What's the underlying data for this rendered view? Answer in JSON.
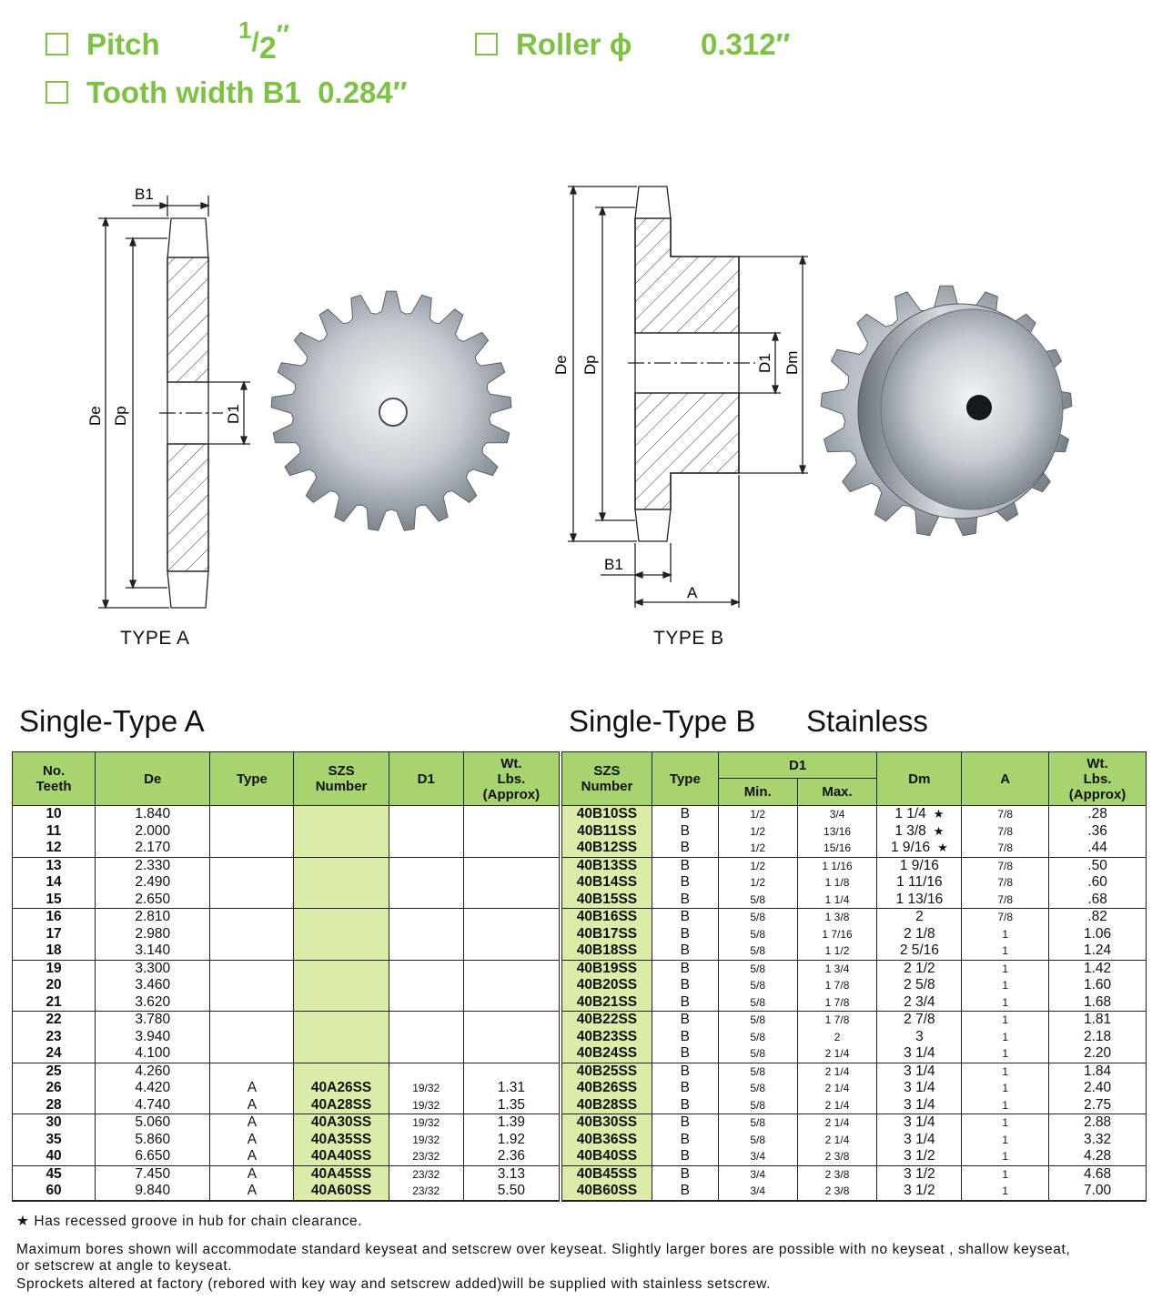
{
  "specs": {
    "pitch_label": "Pitch",
    "pitch_num": "1",
    "pitch_den": "2",
    "pitch_unit": "″",
    "roller_label": "Roller ϕ",
    "roller_value": "0.312″",
    "tooth_label": "Tooth width B1",
    "tooth_value": "0.284″"
  },
  "diagram_labels": {
    "b1": "B1",
    "de": "De",
    "dp": "Dp",
    "d1": "D1",
    "dm": "Dm",
    "a": "A",
    "type_a": "TYPE A",
    "type_b": "TYPE B"
  },
  "titles": {
    "type_a": "Single-Type A",
    "type_b": "Single-Type B",
    "stainless": "Stainless"
  },
  "table_a": {
    "headers": {
      "teeth_1": "No.",
      "teeth_2": "Teeth",
      "de": "De",
      "type": "Type",
      "szs_1": "SZS",
      "szs_2": "Number",
      "d1": "D1",
      "wt_1": "Wt.",
      "wt_2": "Lbs.",
      "wt_3": "(Approx)"
    },
    "rows": [
      {
        "teeth": "10",
        "de": "1.840",
        "type": "",
        "szs": "",
        "d1": "",
        "wt": ""
      },
      {
        "teeth": "11",
        "de": "2.000",
        "type": "",
        "szs": "",
        "d1": "",
        "wt": ""
      },
      {
        "teeth": "12",
        "de": "2.170",
        "type": "",
        "szs": "",
        "d1": "",
        "wt": ""
      },
      {
        "teeth": "13",
        "de": "2.330",
        "type": "",
        "szs": "",
        "d1": "",
        "wt": ""
      },
      {
        "teeth": "14",
        "de": "2.490",
        "type": "",
        "szs": "",
        "d1": "",
        "wt": ""
      },
      {
        "teeth": "15",
        "de": "2.650",
        "type": "",
        "szs": "",
        "d1": "",
        "wt": ""
      },
      {
        "teeth": "16",
        "de": "2.810",
        "type": "",
        "szs": "",
        "d1": "",
        "wt": ""
      },
      {
        "teeth": "17",
        "de": "2.980",
        "type": "",
        "szs": "",
        "d1": "",
        "wt": ""
      },
      {
        "teeth": "18",
        "de": "3.140",
        "type": "",
        "szs": "",
        "d1": "",
        "wt": ""
      },
      {
        "teeth": "19",
        "de": "3.300",
        "type": "",
        "szs": "",
        "d1": "",
        "wt": ""
      },
      {
        "teeth": "20",
        "de": "3.460",
        "type": "",
        "szs": "",
        "d1": "",
        "wt": ""
      },
      {
        "teeth": "21",
        "de": "3.620",
        "type": "",
        "szs": "",
        "d1": "",
        "wt": ""
      },
      {
        "teeth": "22",
        "de": "3.780",
        "type": "",
        "szs": "",
        "d1": "",
        "wt": ""
      },
      {
        "teeth": "23",
        "de": "3.940",
        "type": "",
        "szs": "",
        "d1": "",
        "wt": ""
      },
      {
        "teeth": "24",
        "de": "4.100",
        "type": "",
        "szs": "",
        "d1": "",
        "wt": ""
      },
      {
        "teeth": "25",
        "de": "4.260",
        "type": "",
        "szs": "",
        "d1": "",
        "wt": ""
      },
      {
        "teeth": "26",
        "de": "4.420",
        "type": "A",
        "szs": "40A26SS",
        "d1": "19/32",
        "wt": "1.31"
      },
      {
        "teeth": "28",
        "de": "4.740",
        "type": "A",
        "szs": "40A28SS",
        "d1": "19/32",
        "wt": "1.35"
      },
      {
        "teeth": "30",
        "de": "5.060",
        "type": "A",
        "szs": "40A30SS",
        "d1": "19/32",
        "wt": "1.39"
      },
      {
        "teeth": "35",
        "de": "5.860",
        "type": "A",
        "szs": "40A35SS",
        "d1": "19/32",
        "wt": "1.92"
      },
      {
        "teeth": "40",
        "de": "6.650",
        "type": "A",
        "szs": "40A40SS",
        "d1": "23/32",
        "wt": "2.36"
      },
      {
        "teeth": "45",
        "de": "7.450",
        "type": "A",
        "szs": "40A45SS",
        "d1": "23/32",
        "wt": "3.13"
      },
      {
        "teeth": "60",
        "de": "9.840",
        "type": "A",
        "szs": "40A60SS",
        "d1": "23/32",
        "wt": "5.50"
      }
    ]
  },
  "table_b": {
    "headers": {
      "szs_1": "SZS",
      "szs_2": "Number",
      "type": "Type",
      "d1": "D1",
      "min": "Min.",
      "max": "Max.",
      "dm": "Dm",
      "a": "A",
      "wt_1": "Wt.",
      "wt_2": "Lbs.",
      "wt_3": "(Approx)"
    },
    "rows": [
      {
        "szs": "40B10SS",
        "type": "B",
        "min": "1/2",
        "max": "3/4",
        "dm": "1 1/4",
        "star": "★",
        "a": "7/8",
        "wt": ".28"
      },
      {
        "szs": "40B11SS",
        "type": "B",
        "min": "1/2",
        "max": "13/16",
        "dm": "1 3/8",
        "star": "★",
        "a": "7/8",
        "wt": ".36"
      },
      {
        "szs": "40B12SS",
        "type": "B",
        "min": "1/2",
        "max": "15/16",
        "dm": "1 9/16",
        "star": "★",
        "a": "7/8",
        "wt": ".44"
      },
      {
        "szs": "40B13SS",
        "type": "B",
        "min": "1/2",
        "max": "1 1/16",
        "dm": "1 9/16",
        "star": "",
        "a": "7/8",
        "wt": ".50"
      },
      {
        "szs": "40B14SS",
        "type": "B",
        "min": "1/2",
        "max": "1 1/8",
        "dm": "1 11/16",
        "star": "",
        "a": "7/8",
        "wt": ".60"
      },
      {
        "szs": "40B15SS",
        "type": "B",
        "min": "5/8",
        "max": "1 1/4",
        "dm": "1 13/16",
        "star": "",
        "a": "7/8",
        "wt": ".68"
      },
      {
        "szs": "40B16SS",
        "type": "B",
        "min": "5/8",
        "max": "1 3/8",
        "dm": "2",
        "star": "",
        "a": "7/8",
        "wt": ".82"
      },
      {
        "szs": "40B17SS",
        "type": "B",
        "min": "5/8",
        "max": "1 7/16",
        "dm": "2 1/8",
        "star": "",
        "a": "1",
        "wt": "1.06"
      },
      {
        "szs": "40B18SS",
        "type": "B",
        "min": "5/8",
        "max": "1 1/2",
        "dm": "2 5/16",
        "star": "",
        "a": "1",
        "wt": "1.24"
      },
      {
        "szs": "40B19SS",
        "type": "B",
        "min": "5/8",
        "max": "1 3/4",
        "dm": "2 1/2",
        "star": "",
        "a": "1",
        "wt": "1.42"
      },
      {
        "szs": "40B20SS",
        "type": "B",
        "min": "5/8",
        "max": "1 7/8",
        "dm": "2 5/8",
        "star": "",
        "a": "1",
        "wt": "1.60"
      },
      {
        "szs": "40B21SS",
        "type": "B",
        "min": "5/8",
        "max": "1 7/8",
        "dm": "2 3/4",
        "star": "",
        "a": "1",
        "wt": "1.68"
      },
      {
        "szs": "40B22SS",
        "type": "B",
        "min": "5/8",
        "max": "1 7/8",
        "dm": "2 7/8",
        "star": "",
        "a": "1",
        "wt": "1.81"
      },
      {
        "szs": "40B23SS",
        "type": "B",
        "min": "5/8",
        "max": "2",
        "dm": "3",
        "star": "",
        "a": "1",
        "wt": "2.18"
      },
      {
        "szs": "40B24SS",
        "type": "B",
        "min": "5/8",
        "max": "2 1/4",
        "dm": "3 1/4",
        "star": "",
        "a": "1",
        "wt": "2.20"
      },
      {
        "szs": "40B25SS",
        "type": "B",
        "min": "5/8",
        "max": "2 1/4",
        "dm": "3 1/4",
        "star": "",
        "a": "1",
        "wt": "1.84"
      },
      {
        "szs": "40B26SS",
        "type": "B",
        "min": "5/8",
        "max": "2 1/4",
        "dm": "3 1/4",
        "star": "",
        "a": "1",
        "wt": "2.40"
      },
      {
        "szs": "40B28SS",
        "type": "B",
        "min": "5/8",
        "max": "2 1/4",
        "dm": "3 1/4",
        "star": "",
        "a": "1",
        "wt": "2.75"
      },
      {
        "szs": "40B30SS",
        "type": "B",
        "min": "5/8",
        "max": "2 1/4",
        "dm": "3 1/4",
        "star": "",
        "a": "1",
        "wt": "2.88"
      },
      {
        "szs": "40B36SS",
        "type": "B",
        "min": "5/8",
        "max": "2 1/4",
        "dm": "3 1/4",
        "star": "",
        "a": "1",
        "wt": "3.32"
      },
      {
        "szs": "40B40SS",
        "type": "B",
        "min": "3/4",
        "max": "2 3/8",
        "dm": "3 1/2",
        "star": "",
        "a": "1",
        "wt": "4.28"
      },
      {
        "szs": "40B45SS",
        "type": "B",
        "min": "3/4",
        "max": "2 3/8",
        "dm": "3 1/2",
        "star": "",
        "a": "1",
        "wt": "4.68"
      },
      {
        "szs": "40B60SS",
        "type": "B",
        "min": "3/4",
        "max": "2 3/8",
        "dm": "3 1/2",
        "star": "",
        "a": "1",
        "wt": "7.00"
      }
    ]
  },
  "footnotes": {
    "star": "★ Has recessed groove in hub for chain clearance.",
    "line1": "Maximum bores shown will accommodate standard keyseat and setscrew over keyseat. Slightly larger bores are possible with no keyseat , shallow keyseat,",
    "line2": "or setscrew at angle to keyseat.",
    "line3": "Sprockets altered at factory (rebored with key way  and setscrew added)will be supplied with stainless setscrew."
  }
}
